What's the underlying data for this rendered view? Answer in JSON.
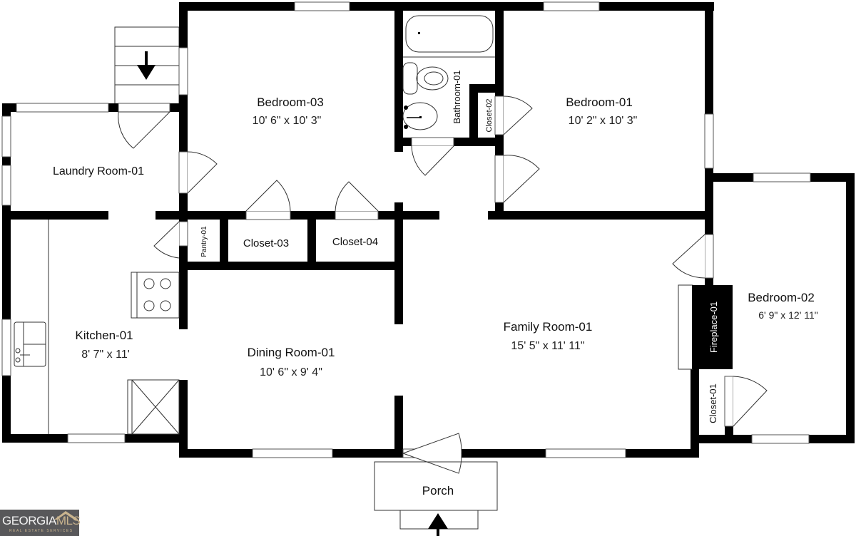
{
  "rooms": {
    "bedroom03": {
      "name": "Bedroom-03",
      "dims": "10' 6\" x 10' 3\""
    },
    "bedroom01": {
      "name": "Bedroom-01",
      "dims": "10' 2\" x 10' 3\""
    },
    "bedroom02": {
      "name": "Bedroom-02",
      "dims": "6' 9\" x 12' 11\""
    },
    "laundry": {
      "name": "Laundry Room-01"
    },
    "kitchen": {
      "name": "Kitchen-01",
      "dims": "8' 7\" x 11'"
    },
    "dining": {
      "name": "Dining Room-01",
      "dims": "10' 6\" x 9' 4\""
    },
    "family": {
      "name": "Family Room-01",
      "dims": "15' 5\" x 11' 11\""
    },
    "bathroom01": {
      "name": "Bathroom-01"
    },
    "closet01": {
      "name": "Closet-01"
    },
    "closet02": {
      "name": "Closet-02"
    },
    "closet03": {
      "name": "Closet-03"
    },
    "closet04": {
      "name": "Closet-04"
    },
    "pantry01": {
      "name": "Pantry-01"
    },
    "fireplace01": {
      "name": "Fireplace-01"
    },
    "porch": {
      "name": "Porch"
    }
  },
  "icons": {
    "stairs": "stairs-down-arrow-icon",
    "entry": "entry-arrow-icon"
  },
  "logo": {
    "brand_left": "GEORGIA",
    "brand_right": "MLS",
    "tagline": "REAL ESTATE SERVICES"
  },
  "colors": {
    "wall": "#000000",
    "background": "#ffffff",
    "logo_bg": "#58585a",
    "logo_accent": "#c9b48e"
  }
}
